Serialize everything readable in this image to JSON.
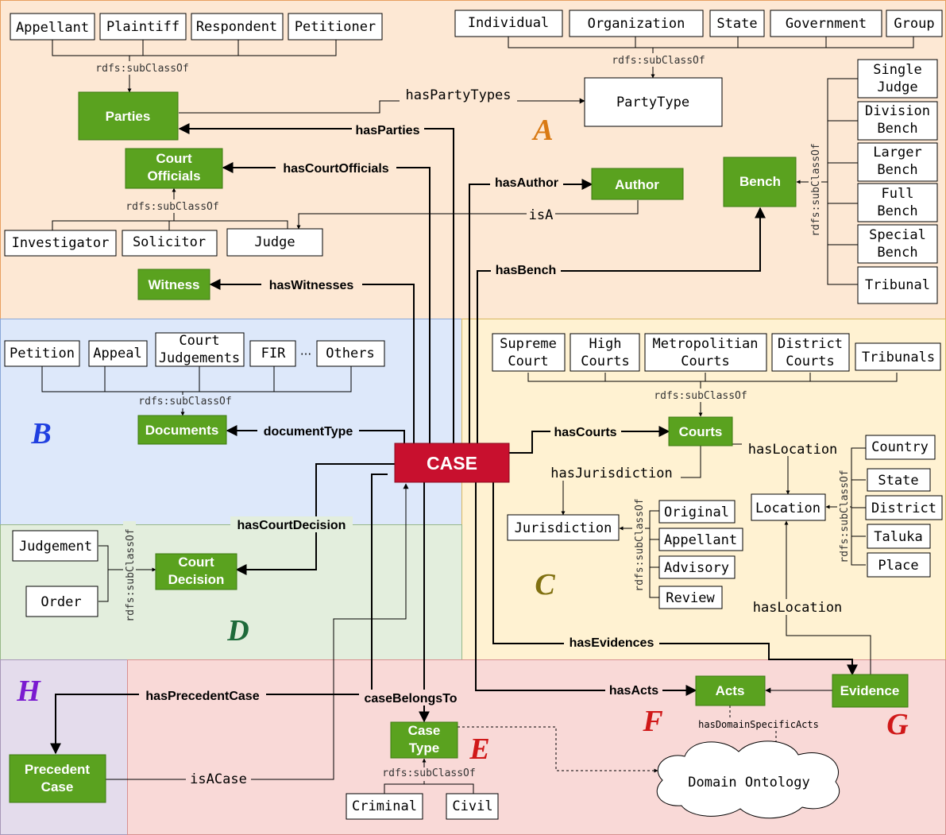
{
  "regions": {
    "A": {
      "label": "A",
      "color": "#d97a14"
    },
    "B": {
      "label": "B",
      "color": "#1f3fe0"
    },
    "C": {
      "label": "C",
      "color": "#807010"
    },
    "D": {
      "label": "D",
      "color": "#1e6a3a"
    },
    "E": {
      "label": "E",
      "color": "#d01818"
    },
    "F": {
      "label": "F",
      "color": "#d01818"
    },
    "G": {
      "label": "G",
      "color": "#d01818"
    },
    "H": {
      "label": "H",
      "color": "#7a1ad0"
    }
  },
  "colors": {
    "class_green": "#5aa21f",
    "case_red": "#c8102e",
    "region_A": "#fde8d4",
    "region_B": "#dde8fa",
    "region_C": "#fff2d2",
    "region_D": "#e3eedd",
    "region_EFG": "#f9d9d7",
    "region_H": "#e4dcec"
  },
  "central": {
    "case": "CASE"
  },
  "classes": {
    "parties": "Parties",
    "court_officials": "Court\nOfficials",
    "author": "Author",
    "bench": "Bench",
    "witness": "Witness",
    "documents": "Documents",
    "courts": "Courts",
    "court_decision": "Court\nDecision",
    "acts": "Acts",
    "evidence": "Evidence",
    "case_type": "Case\nType",
    "precedent_case": "Precedent\nCase"
  },
  "entities": {
    "appellant": "Appellant",
    "plaintiff": "Plaintiff",
    "respondent": "Respondent",
    "petitioner": "Petitioner",
    "individual": "Individual",
    "organization": "Organization",
    "state": "State",
    "government": "Government",
    "group": "Group",
    "party_type": "PartyType",
    "single_judge": "Single\nJudge",
    "division_bench": "Division\nBench",
    "larger_bench": "Larger\nBench",
    "full_bench": "Full\nBench",
    "special_bench": "Special\nBench",
    "tribunal": "Tribunal",
    "investigator": "Investigator",
    "solicitor": "Solicitor",
    "judge": "Judge",
    "petition": "Petition",
    "appeal": "Appeal",
    "court_judgements": "Court\nJudgements",
    "fir": "FIR",
    "others": "Others",
    "supreme_court": "Supreme\nCourt",
    "high_courts": "High\nCourts",
    "metropolitian_courts": "Metropolitian\nCourts",
    "district_courts": "District\nCourts",
    "tribunals": "Tribunals",
    "country": "Country",
    "state_loc": "State",
    "district": "District",
    "taluka": "Taluka",
    "place": "Place",
    "location": "Location",
    "jurisdiction": "Jurisdiction",
    "original": "Original",
    "appellant_j": "Appellant",
    "advisory": "Advisory",
    "review": "Review",
    "judgement": "Judgement",
    "order": "Order",
    "criminal": "Criminal",
    "civil": "Civil",
    "domain_ontology": "Domain Ontology"
  },
  "edges": {
    "has_party_types": "hasPartyTypes",
    "has_parties": "hasParties",
    "has_court_officials": "hasCourtOfficials",
    "has_author": "hasAuthor",
    "is_a": "isA",
    "has_bench": "hasBench",
    "has_witnesses": "hasWitnesses",
    "document_type": "documentType",
    "has_courts": "hasCourts",
    "has_location": "hasLocation",
    "has_jurisdiction": "hasJurisdiction",
    "has_location_2": "hasLocation",
    "has_court_decision": "hasCourtDecision",
    "has_evidences": "hasEvidences",
    "has_acts": "hasActs",
    "has_precedent_case": "hasPrecedentCase",
    "case_belongs_to": "caseBelongsTo",
    "is_a_case": "isACase",
    "has_domain_specific_acts": "hasDomainSpecificActs"
  },
  "subclass": {
    "label": "rdfs:subClassOf",
    "ellipsis": "···"
  }
}
